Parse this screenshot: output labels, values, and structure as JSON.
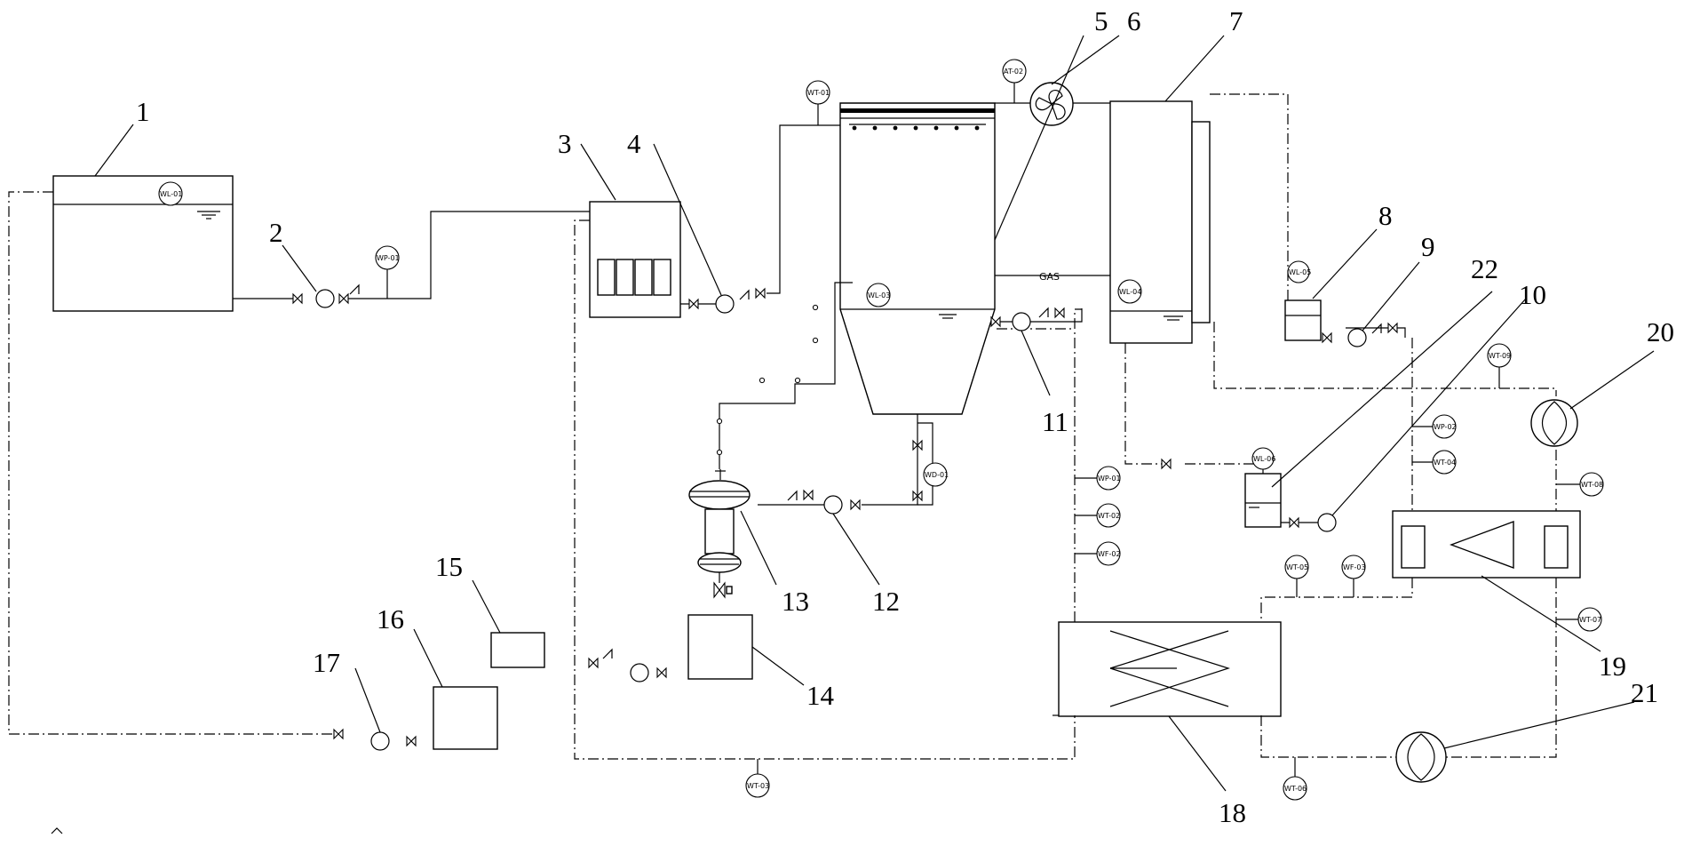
{
  "callouts": [
    {
      "id": "1",
      "text": "1"
    },
    {
      "id": "2",
      "text": "2"
    },
    {
      "id": "3",
      "text": "3"
    },
    {
      "id": "4",
      "text": "4"
    },
    {
      "id": "5",
      "text": "5"
    },
    {
      "id": "6",
      "text": "6"
    },
    {
      "id": "7",
      "text": "7"
    },
    {
      "id": "8",
      "text": "8"
    },
    {
      "id": "9",
      "text": "9"
    },
    {
      "id": "10",
      "text": "10"
    },
    {
      "id": "11",
      "text": "11"
    },
    {
      "id": "12",
      "text": "12"
    },
    {
      "id": "13",
      "text": "13"
    },
    {
      "id": "14",
      "text": "14"
    },
    {
      "id": "15",
      "text": "15"
    },
    {
      "id": "16",
      "text": "16"
    },
    {
      "id": "17",
      "text": "17"
    },
    {
      "id": "18",
      "text": "18"
    },
    {
      "id": "19",
      "text": "19"
    },
    {
      "id": "20",
      "text": "20"
    },
    {
      "id": "21",
      "text": "21"
    },
    {
      "id": "22",
      "text": "22"
    }
  ],
  "instruments": [
    "WL-01",
    "WP-01",
    "WT-01",
    "AT-02",
    "WL-03",
    "WD-01",
    "WL-04",
    "WL-05",
    "WT-09",
    "WL-06",
    "WP-02",
    "WT-04",
    "WT-08",
    "WP-01",
    "WT-02",
    "WF-02",
    "WT-05",
    "WF-03",
    "WT-07",
    "WT-03",
    "WT-06"
  ],
  "labels": {
    "gas": "GAS"
  },
  "colors": {
    "line": "#000000",
    "background": "#ffffff"
  }
}
